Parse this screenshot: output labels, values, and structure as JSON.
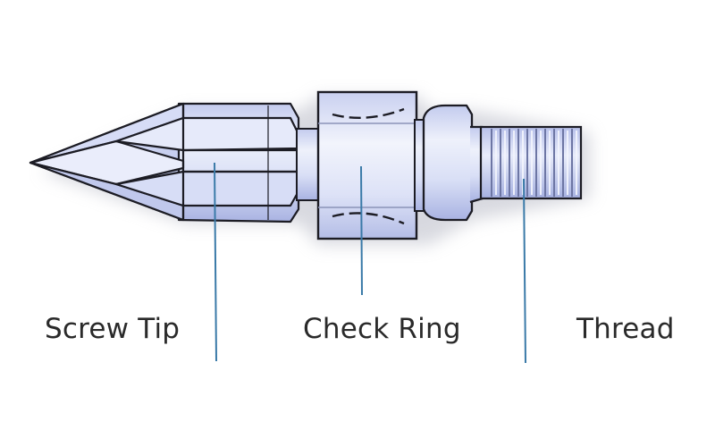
{
  "labels": {
    "screw_tip": "Screw Tip",
    "check_ring": "Check Ring",
    "thread": "Thread"
  },
  "colors": {
    "part_fill_light": "#eef1fb",
    "part_fill_mid": "#cdd5f2",
    "part_fill_dark": "#aab5e3",
    "outline": "#1c1c24",
    "shadow": "#c9cbd6",
    "leader_line": "#3a7aa8",
    "label_text": "#2a2a2a"
  }
}
